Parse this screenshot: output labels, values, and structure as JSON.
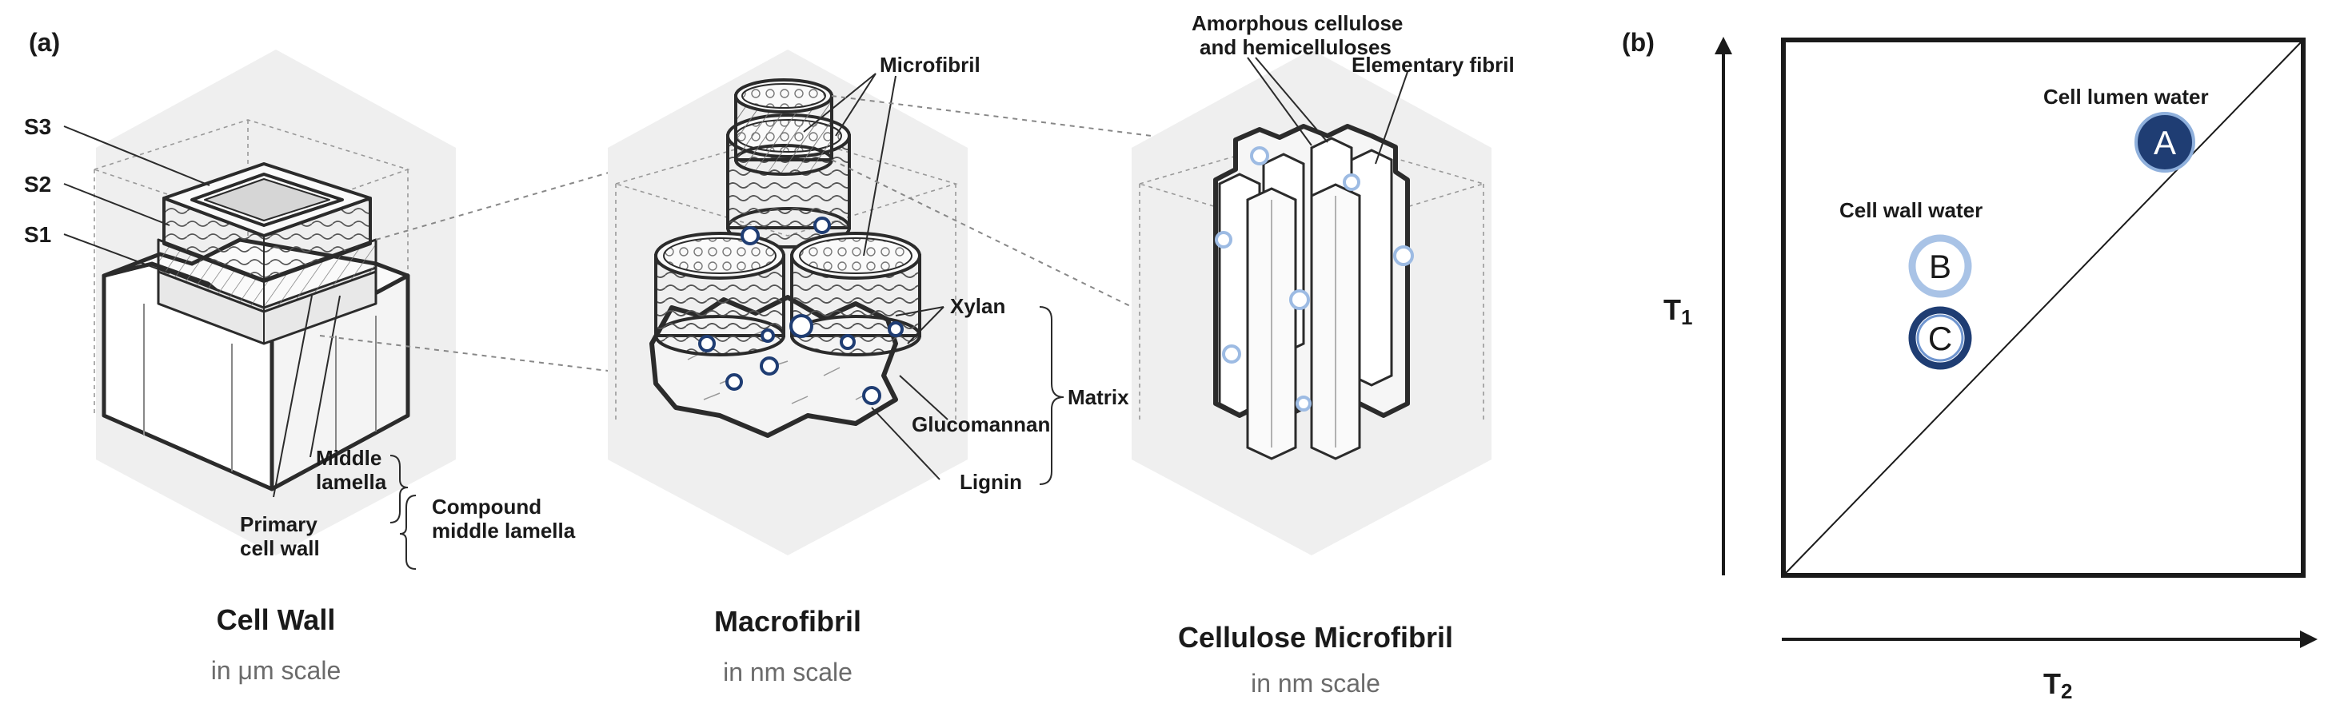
{
  "panels": {
    "a": "(a)",
    "b": "(b)"
  },
  "cell_wall": {
    "layers": {
      "s3": "S3",
      "s2": "S2",
      "s1": "S1"
    },
    "middle_lamella_line1": "Middle",
    "middle_lamella_line2": "lamella",
    "primary_line1": "Primary",
    "primary_line2": "cell wall",
    "compound_line1": "Compound",
    "compound_line2": "middle lamella",
    "caption": "Cell Wall",
    "scale": "in μm scale"
  },
  "macrofibril": {
    "microfibril": "Microfibril",
    "xylan": "Xylan",
    "glucomannan": "Glucomannan",
    "lignin": "Lignin",
    "matrix": "Matrix",
    "caption": "Macrofibril",
    "scale": "in nm scale"
  },
  "cellulose_microfibril": {
    "amorphous_line1": "Amorphous cellulose",
    "amorphous_line2": "and hemicelluloses",
    "elementary": "Elementary fibril",
    "caption": "Cellulose Microfibril",
    "scale": "in nm scale"
  },
  "relaxation_map": {
    "y_axis": "T",
    "y_axis_sub": "1",
    "x_axis": "T",
    "x_axis_sub": "2",
    "lumen_label": "Cell lumen water",
    "wall_label": "Cell wall water",
    "marker_a": "A",
    "marker_b": "B",
    "marker_c": "C"
  },
  "colors": {
    "line": "#2b2b2b",
    "hex_bg": "#efefef",
    "water_dark": "#1f3d73",
    "water_light": "#a9c3e6",
    "water_ring": "#3c68b0"
  }
}
